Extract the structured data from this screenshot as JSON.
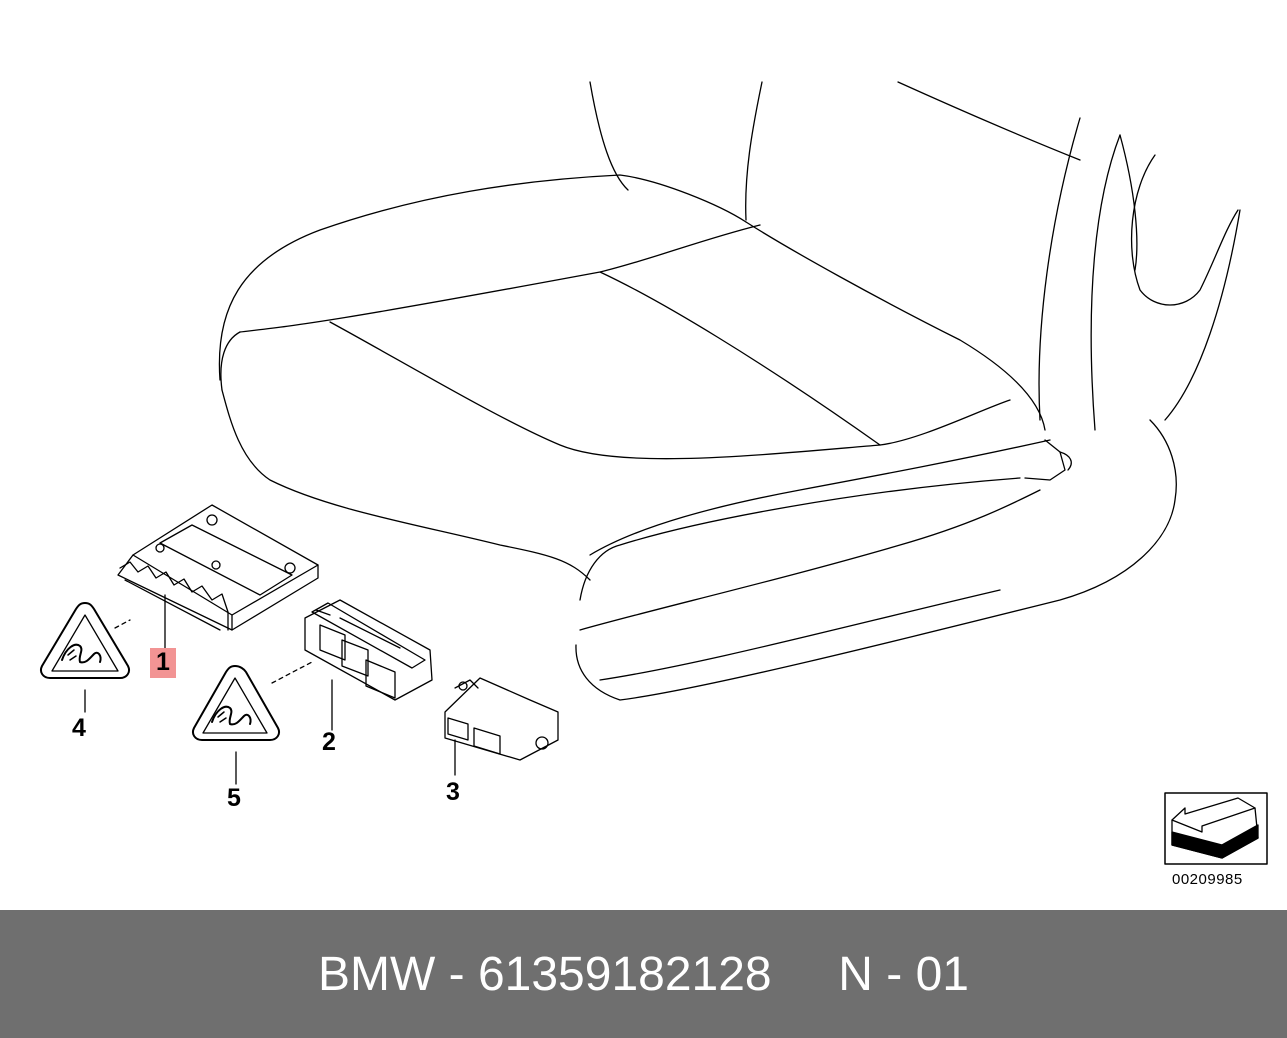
{
  "callouts": [
    {
      "number": "1",
      "highlighted": true
    },
    {
      "number": "2",
      "highlighted": false
    },
    {
      "number": "3",
      "highlighted": false
    },
    {
      "number": "4",
      "highlighted": false
    },
    {
      "number": "5",
      "highlighted": false
    }
  ],
  "diagram_id": "00209985",
  "footer": {
    "brand": "BMW",
    "part_number": "61359182128",
    "position_code": "N - 01",
    "text": "BMW - 61359182128     N - 01",
    "background": "#6f6f6f",
    "text_color": "#ffffff"
  },
  "highlight_color": "#f29494",
  "icons": [
    "seat-cushion-outline",
    "control-unit-icon",
    "connector-block-icon",
    "small-module-icon",
    "esd-warning-triangle-icon",
    "direction-arrow-icon"
  ]
}
